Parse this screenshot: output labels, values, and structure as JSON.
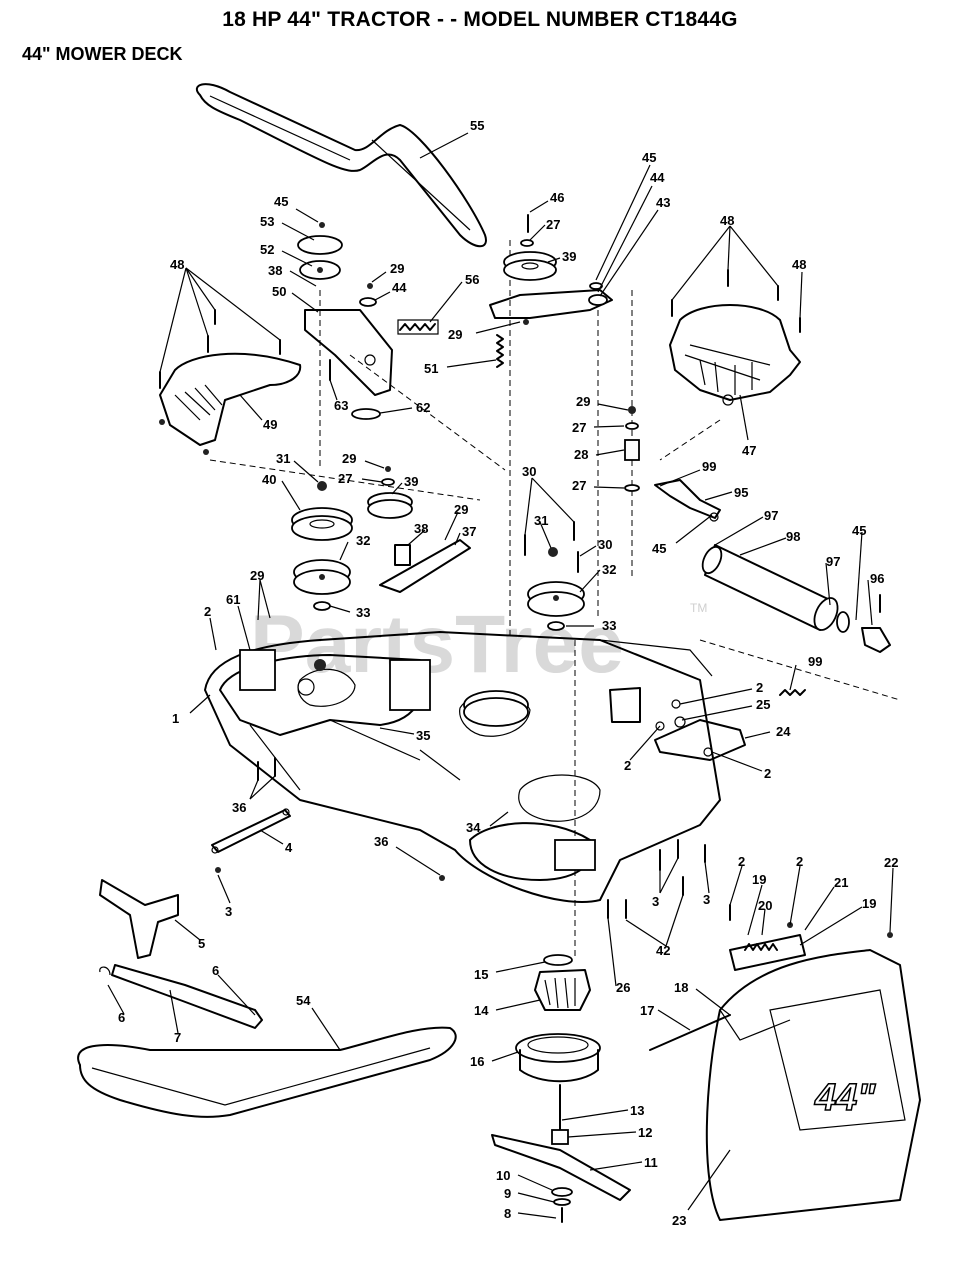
{
  "header": {
    "title": "18 HP 44\" TRACTOR - - MODEL NUMBER CT1844G",
    "subtitle": "44\" MOWER DECK"
  },
  "watermark": {
    "text": "PartsTree",
    "tm": "TM"
  },
  "deck_badge": "44\"",
  "callouts": [
    {
      "id": "c55",
      "text": "55"
    },
    {
      "id": "c45a",
      "text": "45"
    },
    {
      "id": "c53",
      "text": "53"
    },
    {
      "id": "c52",
      "text": "52"
    },
    {
      "id": "c38a",
      "text": "38"
    },
    {
      "id": "c50",
      "text": "50"
    },
    {
      "id": "c29a",
      "text": "29"
    },
    {
      "id": "c44a",
      "text": "44"
    },
    {
      "id": "c56",
      "text": "56"
    },
    {
      "id": "c29b",
      "text": "29"
    },
    {
      "id": "c51",
      "text": "51"
    },
    {
      "id": "c63",
      "text": "63"
    },
    {
      "id": "c62",
      "text": "62"
    },
    {
      "id": "c48a",
      "text": "48"
    },
    {
      "id": "c49",
      "text": "49"
    },
    {
      "id": "c46",
      "text": "46"
    },
    {
      "id": "c27a",
      "text": "27"
    },
    {
      "id": "c39a",
      "text": "39"
    },
    {
      "id": "c45b",
      "text": "45"
    },
    {
      "id": "c44b",
      "text": "44"
    },
    {
      "id": "c43",
      "text": "43"
    },
    {
      "id": "c48b",
      "text": "48"
    },
    {
      "id": "c48c",
      "text": "48"
    },
    {
      "id": "c47",
      "text": "47"
    },
    {
      "id": "c31a",
      "text": "31"
    },
    {
      "id": "c40",
      "text": "40"
    },
    {
      "id": "c29c",
      "text": "29"
    },
    {
      "id": "c27b",
      "text": "27"
    },
    {
      "id": "c39b",
      "text": "39"
    },
    {
      "id": "c29d",
      "text": "29"
    },
    {
      "id": "c27c",
      "text": "27"
    },
    {
      "id": "c28",
      "text": "28"
    },
    {
      "id": "c27d",
      "text": "27"
    },
    {
      "id": "c99a",
      "text": "99"
    },
    {
      "id": "c95",
      "text": "95"
    },
    {
      "id": "c30a",
      "text": "30"
    },
    {
      "id": "c38b",
      "text": "38"
    },
    {
      "id": "c29e",
      "text": "29"
    },
    {
      "id": "c37",
      "text": "37"
    },
    {
      "id": "c32a",
      "text": "32"
    },
    {
      "id": "c31b",
      "text": "31"
    },
    {
      "id": "c30b",
      "text": "30"
    },
    {
      "id": "c45c",
      "text": "45"
    },
    {
      "id": "c97a",
      "text": "97"
    },
    {
      "id": "c98",
      "text": "98"
    },
    {
      "id": "c45d",
      "text": "45"
    },
    {
      "id": "c97b",
      "text": "97"
    },
    {
      "id": "c96",
      "text": "96"
    },
    {
      "id": "c29f",
      "text": "29"
    },
    {
      "id": "c61",
      "text": "61"
    },
    {
      "id": "c2a",
      "text": "2"
    },
    {
      "id": "c33a",
      "text": "33"
    },
    {
      "id": "c32b",
      "text": "32"
    },
    {
      "id": "c33b",
      "text": "33"
    },
    {
      "id": "c99b",
      "text": "99"
    },
    {
      "id": "c1",
      "text": "1"
    },
    {
      "id": "c35",
      "text": "35"
    },
    {
      "id": "c2b",
      "text": "2"
    },
    {
      "id": "c25",
      "text": "25"
    },
    {
      "id": "c24",
      "text": "24"
    },
    {
      "id": "c2c",
      "text": "2"
    },
    {
      "id": "c2d",
      "text": "2"
    },
    {
      "id": "c36a",
      "text": "36"
    },
    {
      "id": "c4",
      "text": "4"
    },
    {
      "id": "c34",
      "text": "34"
    },
    {
      "id": "c36b",
      "text": "36"
    },
    {
      "id": "c3a",
      "text": "3"
    },
    {
      "id": "c3b",
      "text": "3"
    },
    {
      "id": "c3c",
      "text": "3"
    },
    {
      "id": "c2e",
      "text": "2"
    },
    {
      "id": "c19a",
      "text": "19"
    },
    {
      "id": "c2f",
      "text": "2"
    },
    {
      "id": "c21",
      "text": "21"
    },
    {
      "id": "c22",
      "text": "22"
    },
    {
      "id": "c20",
      "text": "20"
    },
    {
      "id": "c19b",
      "text": "19"
    },
    {
      "id": "c42",
      "text": "42"
    },
    {
      "id": "c5",
      "text": "5"
    },
    {
      "id": "c6a",
      "text": "6"
    },
    {
      "id": "c6b",
      "text": "6"
    },
    {
      "id": "c7",
      "text": "7"
    },
    {
      "id": "c54",
      "text": "54"
    },
    {
      "id": "c15",
      "text": "15"
    },
    {
      "id": "c26",
      "text": "26"
    },
    {
      "id": "c14",
      "text": "14"
    },
    {
      "id": "c18",
      "text": "18"
    },
    {
      "id": "c17",
      "text": "17"
    },
    {
      "id": "c16",
      "text": "16"
    },
    {
      "id": "c13",
      "text": "13"
    },
    {
      "id": "c12",
      "text": "12"
    },
    {
      "id": "c11",
      "text": "11"
    },
    {
      "id": "c10",
      "text": "10"
    },
    {
      "id": "c9",
      "text": "9"
    },
    {
      "id": "c8",
      "text": "8"
    },
    {
      "id": "c23",
      "text": "23"
    }
  ]
}
